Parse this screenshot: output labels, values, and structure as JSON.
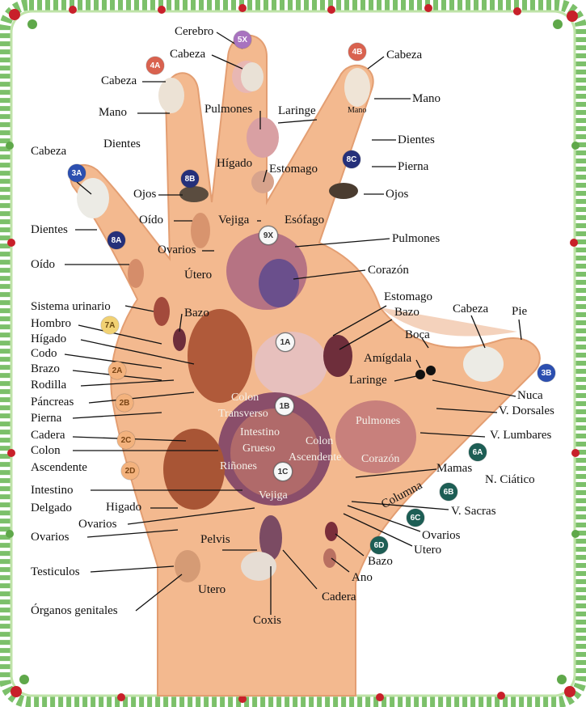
{
  "colors": {
    "skin": "#f3b98f",
    "skin_shadow": "#e39e72",
    "frame_green": "#5fa84a",
    "flower_red": "#c8202a",
    "line": "#111111"
  },
  "labels": {
    "cerebro": "Cerebro",
    "cabeza_5x": "Cabeza",
    "cabeza_4a": "Cabeza",
    "mano_4a": "Mano",
    "dientes_4a": "Dientes",
    "pulmones_top": "Pulmones",
    "laringe_top": "Laringe",
    "higado_top": "Hígado",
    "estomago_top": "Estomago",
    "cabeza_3a": "Cabeza",
    "ojos_8b": "Ojos",
    "oido_8b": "Oído",
    "vejiga_top": "Vejiga",
    "esofago": "Esófago",
    "dientes_3a": "Dientes",
    "ovarios_top": "Ovarios",
    "oido_3a": "Oído",
    "utero_top": "Útero",
    "cabeza_4b": "Cabeza",
    "mano_4b": "Mano",
    "mano_small": "Mano",
    "dientes_4b": "Dientes",
    "pierna_8c": "Pierna",
    "ojos_8c": "Ojos",
    "pulmones_right": "Pulmones",
    "corazon_top": "Corazón",
    "sistema_urinario": "Sistema urinario",
    "bazo_left": "Bazo",
    "hombro": "Hombro",
    "higado_left": "Hígado",
    "codo": "Codo",
    "brazo": "Brazo",
    "rodilla": "Rodilla",
    "pancreas": "Páncreas",
    "pierna_left": "Pierna",
    "cadera_left": "Cadera",
    "colon_left": "Colon",
    "ascendente_left": "Ascendente",
    "intestino": "Intestino",
    "delgado": "Delgado",
    "higado_low": "Higado",
    "ovarios_low": "Ovarios",
    "ovarios_left": "Ovarios",
    "testiculos": "Testiculos",
    "organos_genitales": "Órganos genitales",
    "pelvis": "Pelvis",
    "utero_low": "Utero",
    "coxis": "Coxis",
    "cadera_low": "Cadera",
    "ano": "Ano",
    "bazo_low": "Bazo",
    "utero_right": "Utero",
    "ovarios_right": "Ovarios",
    "v_sacras": "V. Sacras",
    "columna": "Columna",
    "n_ciatico": "N. Ciático",
    "mamas": "Mamas",
    "v_lumbares": "V. Lumbares",
    "v_dorsales": "V. Dorsales",
    "nuca": "Nuca",
    "cabeza_thumb": "Cabeza",
    "pie": "Pie",
    "boca": "Boca",
    "amigdala": "Amígdala",
    "laringe_thumb": "Laringe",
    "estomago_right": "Estomago",
    "bazo_right": "Bazo",
    "pulmones_in": "Pulmones",
    "corazon_in": "Corazón",
    "colon_transverso_1": "Colon",
    "colon_transverso_2": "Transverso",
    "intestino_grueso_1": "Intestino",
    "intestino_grueso_2": "Grueso",
    "rinones": "Riñones",
    "colon_asc_1": "Colon",
    "colon_asc_2": "Ascendente",
    "vejiga_in": "Vejiga"
  },
  "badges": {
    "b5x": "5X",
    "b4a": "4A",
    "b4b": "4B",
    "b3a": "3A",
    "b8b": "8B",
    "b8c": "8C",
    "b8a": "8A",
    "b9x": "9X",
    "b7a": "7A",
    "b2a": "2A",
    "b2b": "2B",
    "b2c": "2C",
    "b2d": "2D",
    "b1a": "1A",
    "b1b": "1B",
    "b1c": "1C",
    "b3b": "3B",
    "b6a": "6A",
    "b6b": "6B",
    "b6c": "6C",
    "b6d": "6D"
  }
}
